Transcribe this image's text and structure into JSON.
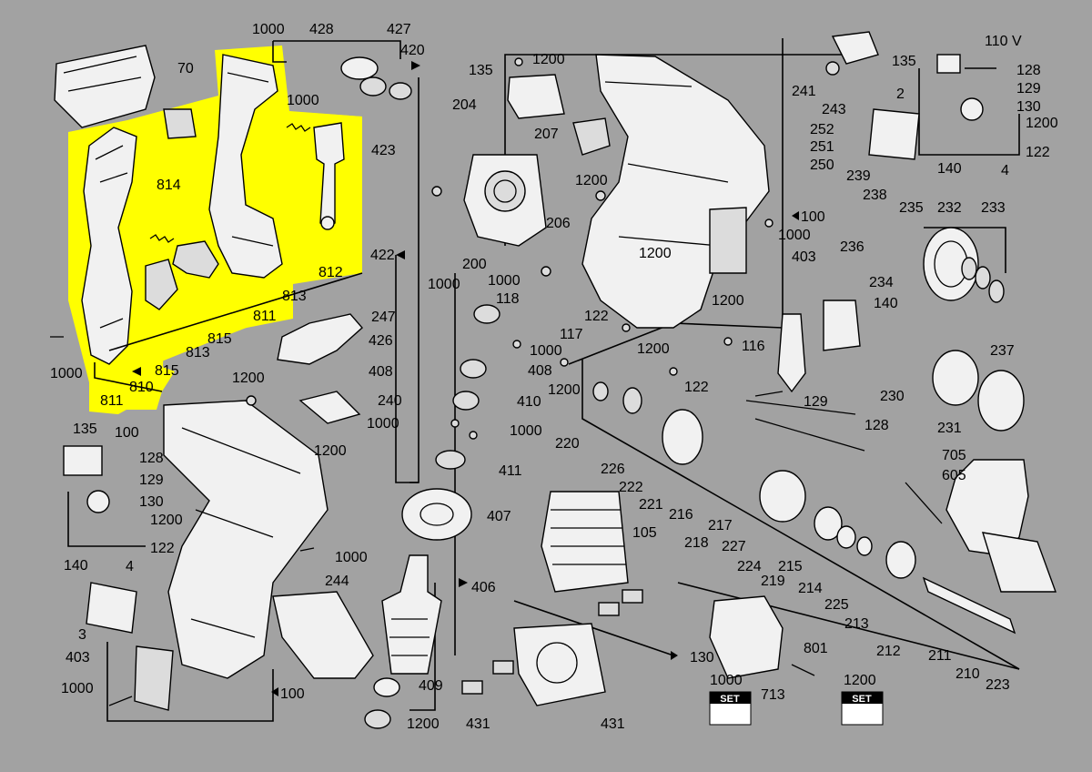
{
  "diagram": {
    "voltage_label": "110 V",
    "labels": {
      "l1000a": "1000",
      "l428": "428",
      "l427": "427",
      "l420": "420",
      "l1000b": "1000",
      "l423": "423",
      "l70": "70",
      "l814": "814",
      "l422": "422",
      "l813a": "813",
      "l811a": "811",
      "l812": "812",
      "l815a": "815",
      "l813b": "813",
      "l815b": "815",
      "l810": "810",
      "l811b": "811",
      "l1000c": "1000",
      "l135a": "135",
      "l1200a": "1200",
      "l204": "204",
      "l207": "207",
      "l206": "206",
      "l200": "200",
      "l1200b": "1200",
      "l1000d": "1000",
      "l1000e": "1000",
      "l1200c": "1200",
      "l118": "118",
      "l117": "117",
      "l1000f": "1000",
      "l122a": "122",
      "l1200d": "1200",
      "l1200e": "1200",
      "l408a": "408",
      "l122b": "122",
      "l116": "116",
      "l100a": "100",
      "l1000g": "1000",
      "l403a": "403",
      "l1200f": "1200",
      "l241": "241",
      "l243": "243",
      "l135b": "135",
      "l128a": "128",
      "l129a": "129",
      "l130a": "130",
      "l1200g": "1200",
      "l122c": "122",
      "l140a": "140",
      "l4a": "4",
      "l2": "2",
      "l252": "252",
      "l251": "251",
      "l250": "250",
      "l239": "239",
      "l238": "238",
      "l235": "235",
      "l232": "232",
      "l233": "233",
      "l236": "236",
      "l234": "234",
      "l140b": "140",
      "l237": "237",
      "l230": "230",
      "l231": "231",
      "l247": "247",
      "l426": "426",
      "l408b": "408",
      "l240": "240",
      "l1000h": "1000",
      "l410": "410",
      "l1000i": "1000",
      "l411": "411",
      "l407": "407",
      "l406": "406",
      "l409": "409",
      "l1200h": "1200",
      "l1200i": "1200",
      "l100b": "100",
      "l135c": "135",
      "l128b": "128",
      "l129b": "129",
      "l130b": "130",
      "l1200j": "1200",
      "l122d": "122",
      "l140c": "140",
      "l4b": "4",
      "l1200k": "1200",
      "l1000j": "1000",
      "l244": "244",
      "l3": "3",
      "l403b": "403",
      "l1000k": "1000",
      "l100c": "100",
      "l129c": "129",
      "l128c": "128",
      "l220": "220",
      "l226": "226",
      "l222": "222",
      "l221": "221",
      "l216": "216",
      "l218": "218",
      "l217": "217",
      "l227": "227",
      "l224": "224",
      "l219": "219",
      "l215": "215",
      "l214": "214",
      "l225": "225",
      "l213": "213",
      "l212": "212",
      "l211": "211",
      "l210": "210",
      "l223": "223",
      "l705": "705",
      "l605": "605",
      "l105": "105",
      "l130c": "130",
      "l431a": "431",
      "l431b": "431",
      "l1000l": "1000",
      "l713": "713",
      "l801": "801",
      "l1200l": "1200"
    },
    "set_badges": [
      "SET",
      "SET"
    ],
    "icons": [
      "gear-icon",
      "screw-icon",
      "spring-icon",
      "bearing-icon",
      "motor-icon"
    ],
    "colors": {
      "background": "#a2a2a2",
      "highlight": "#ffff00",
      "ink": "#000000",
      "part_fill": "#dcdcdc"
    }
  }
}
